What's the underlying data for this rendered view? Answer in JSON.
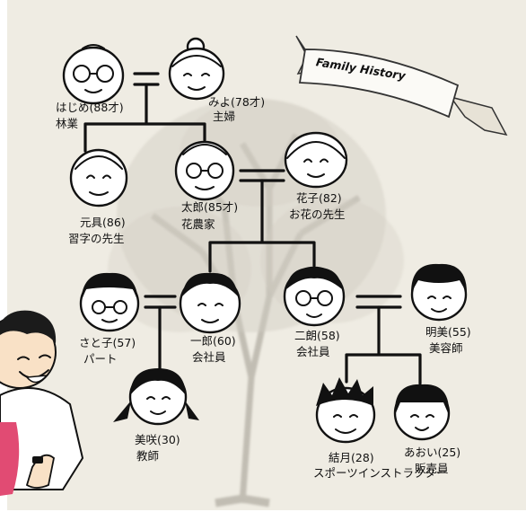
{
  "banner": {
    "title": "Family History"
  },
  "members": {
    "hajime": {
      "name": "はじめ(88才)",
      "role": "林業"
    },
    "miyo": {
      "name": "みよ(78才)",
      "role": "主婦"
    },
    "genji": {
      "name": "元具(86)",
      "role": "習字の先生"
    },
    "taro": {
      "name": "太郎(85才)",
      "role": "花農家"
    },
    "hanako": {
      "name": "花子(82)",
      "role": "お花の先生"
    },
    "satoko": {
      "name": "さと子(57)",
      "role": "パート"
    },
    "ichiro": {
      "name": "一郎(60)",
      "role": "会社員"
    },
    "jiro": {
      "name": "二朗(58)",
      "role": "会社員"
    },
    "akemi": {
      "name": "明美(55)",
      "role": "美容師"
    },
    "misaki": {
      "name": "美咲(30)",
      "role": "教師"
    },
    "yuzuki": {
      "name": "結月(28)",
      "role": "スポーツインストラクター"
    },
    "aoi": {
      "name": "あおい(25)",
      "role": "販売員"
    }
  },
  "colors": {
    "background": "#efece3",
    "ink": "#111111",
    "tree": "#9c978c",
    "banner_fill": "#fbfaf6",
    "sweater": "#e14b73"
  }
}
